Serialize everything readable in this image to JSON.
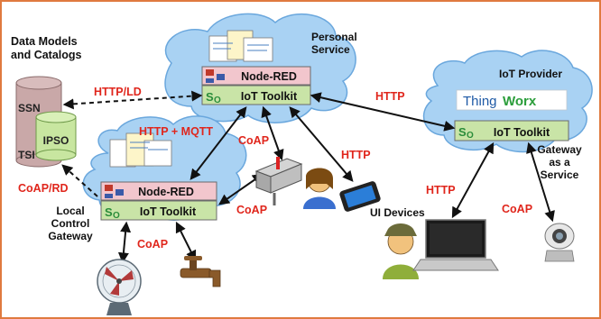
{
  "headings": {
    "data_models": [
      "Data Models",
      "and Catalogs"
    ],
    "personal_service": [
      "Personal",
      "Service"
    ],
    "iot_provider": "IoT Provider",
    "gateway_service": [
      "Gateway",
      "as a",
      "Service"
    ],
    "local_gateway": [
      "Local",
      "Control",
      "Gateway"
    ],
    "ui_devices": "UI Devices"
  },
  "databases": {
    "ssn": "SSN",
    "ipso": "IPSO",
    "tsi": "TSI"
  },
  "blocks": {
    "node_red": "Node-RED",
    "iot_toolkit": "IoT Toolkit",
    "so_logo": "SO",
    "thingworx_a": "Thing",
    "thingworx_b": "Worx"
  },
  "protocols": {
    "http_ld": "HTTP/LD",
    "http": "HTTP",
    "http_mqtt": "HTTP + MQTT",
    "coap": "CoAP",
    "coap_rd": "CoAP/RD"
  },
  "colors": {
    "frame": "#e07a3f",
    "cloud": "#a9d2f3",
    "cloud_edge": "#6aa7dd",
    "node_red_fill": "#f2c6cd",
    "toolkit_fill": "#c9e4a7",
    "protocol_red": "#e0261c",
    "db_ssn": "#c9a8a8",
    "db_ipso": "#c8e6a0"
  }
}
